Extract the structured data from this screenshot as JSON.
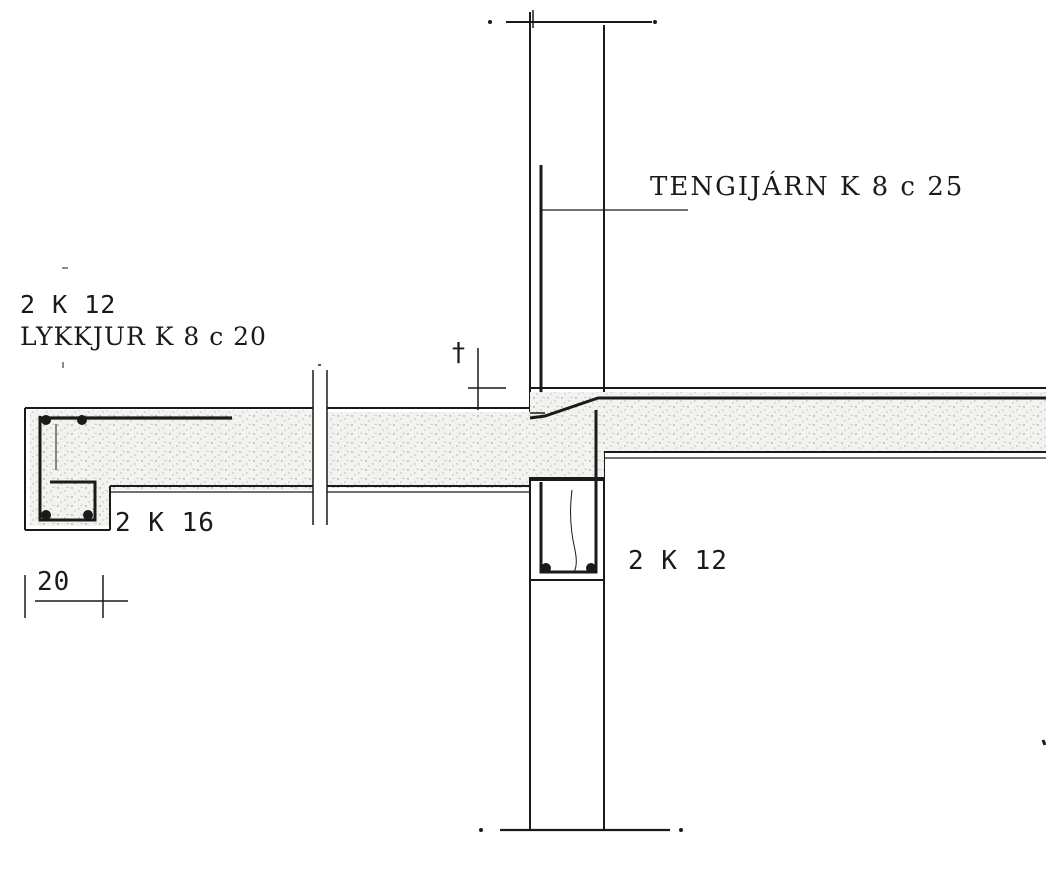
{
  "labels": {
    "tengijarn": "TENGIJÁRN K 8 c 25",
    "top_bars": "2 K 12",
    "stirrups": "LYKKJUR K 8 c 20",
    "bottom_bars_left": "2 K 16",
    "bottom_bars_right": "2 K 12",
    "width_dim": "20",
    "level_mark": "†"
  },
  "colors": {
    "ink": "#1a1a1a",
    "concrete_fill": "#ecebe6"
  }
}
